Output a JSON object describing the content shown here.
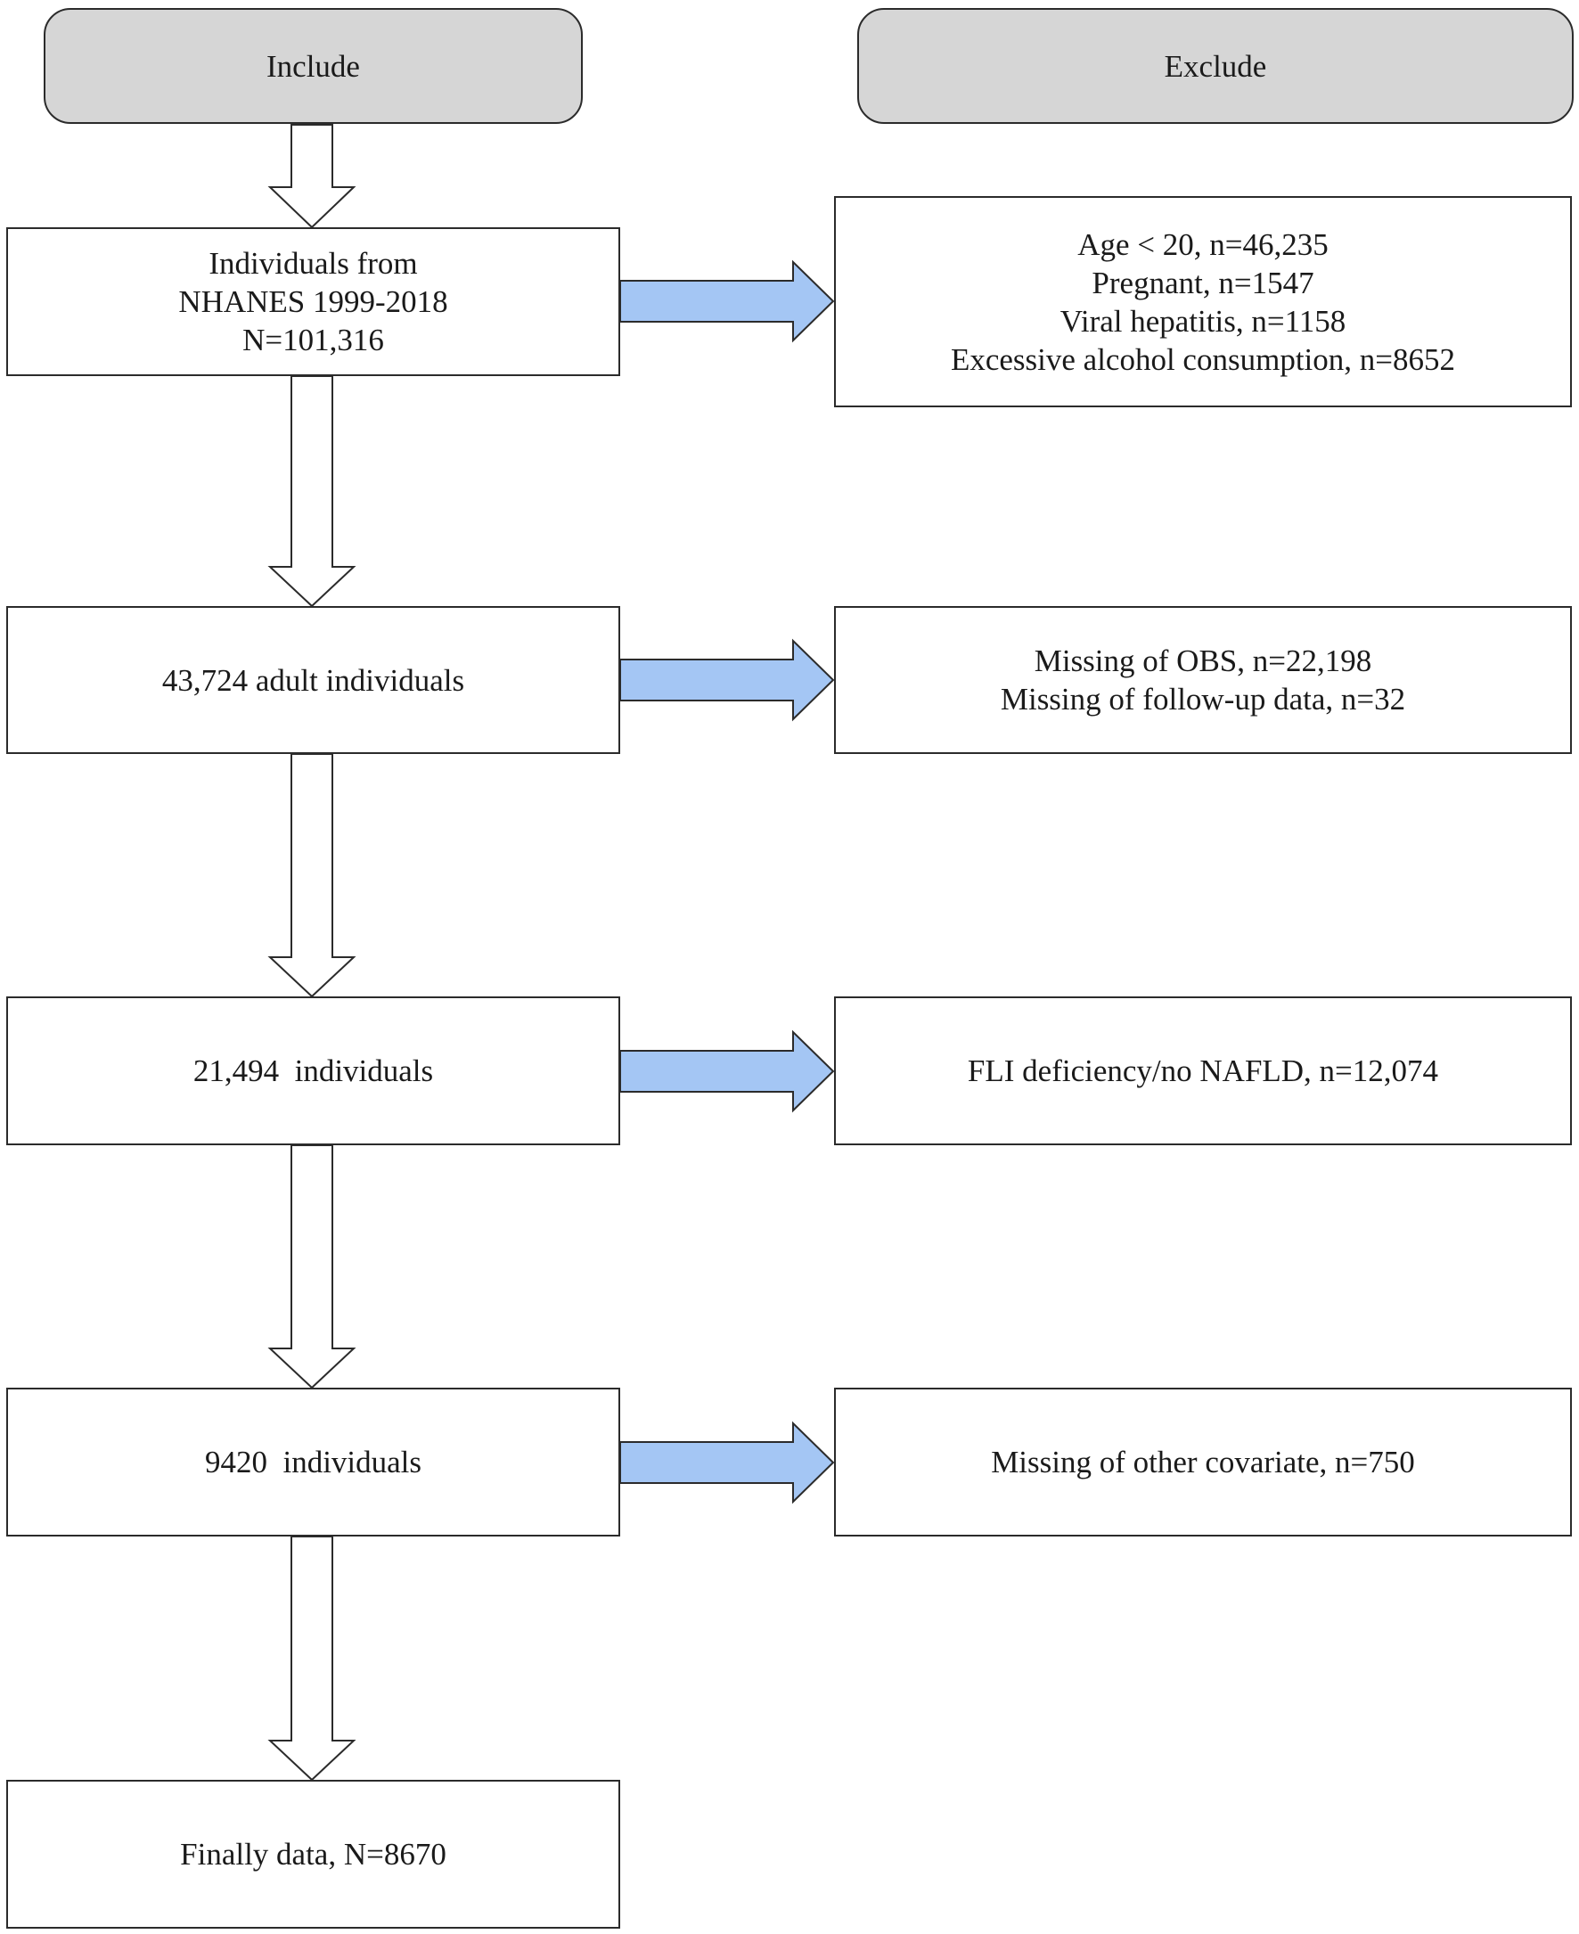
{
  "headers": {
    "include": "Include",
    "exclude": "Exclude"
  },
  "include_boxes": [
    {
      "lines": [
        "Individuals from",
        "NHANES 1999-2018",
        "N=101,316"
      ]
    },
    {
      "lines": [
        "43,724 adult individuals"
      ]
    },
    {
      "lines": [
        "21,494  individuals"
      ]
    },
    {
      "lines": [
        "9420  individuals"
      ]
    },
    {
      "lines": [
        "Finally data, N=8670"
      ]
    }
  ],
  "exclude_boxes": [
    {
      "lines": [
        "Age < 20, n=46,235",
        "Pregnant, n=1547",
        "Viral hepatitis, n=1158",
        "Excessive alcohol consumption, n=8652"
      ]
    },
    {
      "lines": [
        "Missing of OBS, n=22,198",
        "Missing of follow-up data, n=32"
      ]
    },
    {
      "lines": [
        "FLI deficiency/no NAFLD, n=12,074"
      ]
    },
    {
      "lines": [
        "Missing of other covariate, n=750"
      ]
    }
  ],
  "colors": {
    "header_fill": "#d6d6d6",
    "box_border": "#2b2b2b",
    "side_arrow_fill": "#a4c6f4",
    "down_arrow_fill": "#ffffff"
  }
}
